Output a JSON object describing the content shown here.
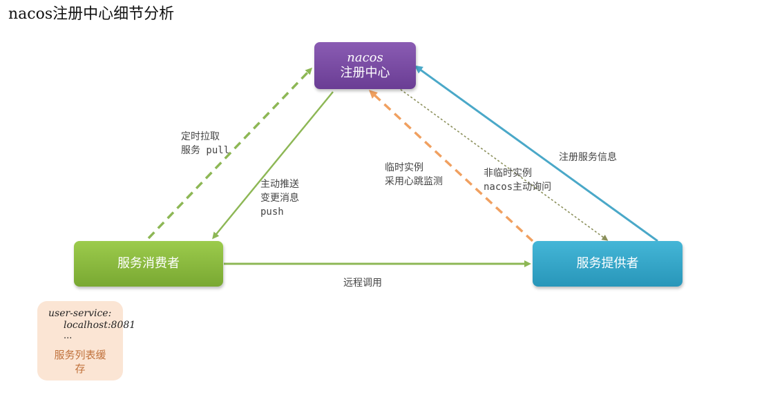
{
  "title": "nacos注册中心细节分析",
  "nodes": {
    "registry": {
      "line1": "nacos",
      "line2": "注册中心"
    },
    "consumer": {
      "label": "服务消费者"
    },
    "provider": {
      "label": "服务提供者"
    }
  },
  "cache": {
    "key": "user-service:",
    "host": "localhost:8081",
    "ellipsis": "...",
    "label_line1": "服务列表缓",
    "label_line2": "存"
  },
  "edges": {
    "pull": {
      "line1": "定时拉取",
      "line2": "服务 pull"
    },
    "push": {
      "line1": "主动推送",
      "line2": "变更消息",
      "line3": "push"
    },
    "heartbeat": {
      "line1": "临时实例",
      "line2": "采用心跳监测"
    },
    "probe": {
      "line1": "非临时实例",
      "line2": "nacos主动询问"
    },
    "register": {
      "line1": "注册服务信息"
    },
    "rpc": {
      "line1": "远程调用"
    }
  },
  "colors": {
    "registry": "#7a4aa5",
    "consumer": "#8ebe41",
    "provider": "#34a9cc",
    "green_arrow": "#8db755",
    "blue_arrow": "#4aa8c8",
    "orange_arrow": "#f0a060",
    "olive_dotted": "#8a8f5a",
    "cache_bg": "#fbe5d4"
  }
}
